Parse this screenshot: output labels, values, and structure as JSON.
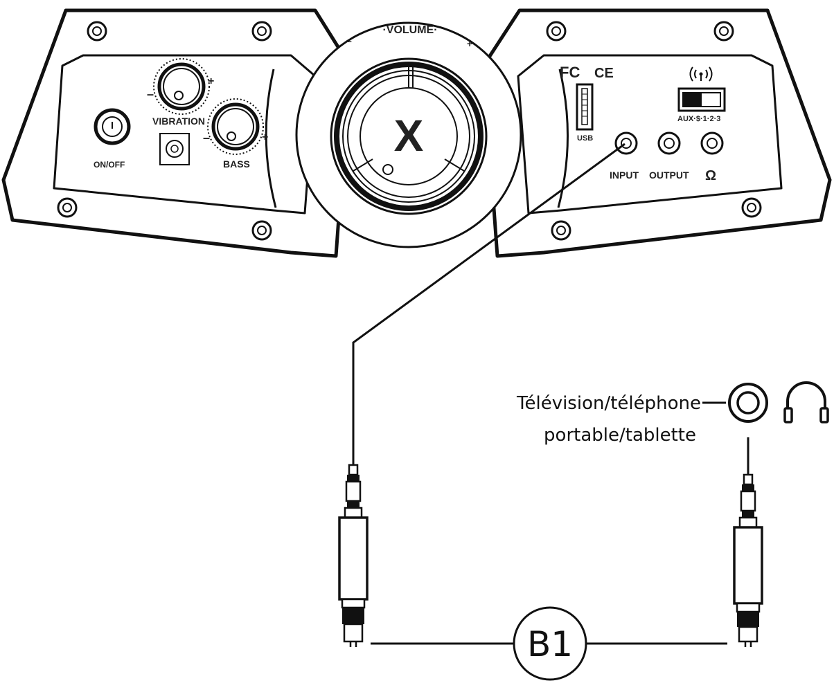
{
  "panel": {
    "volume_label": "·VOLUME·",
    "volume_minus": "–",
    "volume_plus": "+",
    "brand_logo": "X",
    "onoff_label": "ON/OFF",
    "vibration_label": "VIBRATION",
    "bass_label": "BASS",
    "fc_mark": "FC",
    "ce_mark": "CE",
    "usb_label": "USB",
    "aux_label": "AUX·$·1·2·3",
    "input_label": "INPUT",
    "output_label": "OUTPUT",
    "headphone_glyph": "Ω",
    "knob_minus": "–",
    "knob_plus": "+"
  },
  "icons": [
    "power-icon",
    "bluetooth-signal-icon",
    "headphones-icon",
    "audio-jack-icon"
  ],
  "device": {
    "line1": "Télévision/téléphone",
    "line2": "portable/tablette"
  },
  "callout": {
    "label": "B1"
  }
}
